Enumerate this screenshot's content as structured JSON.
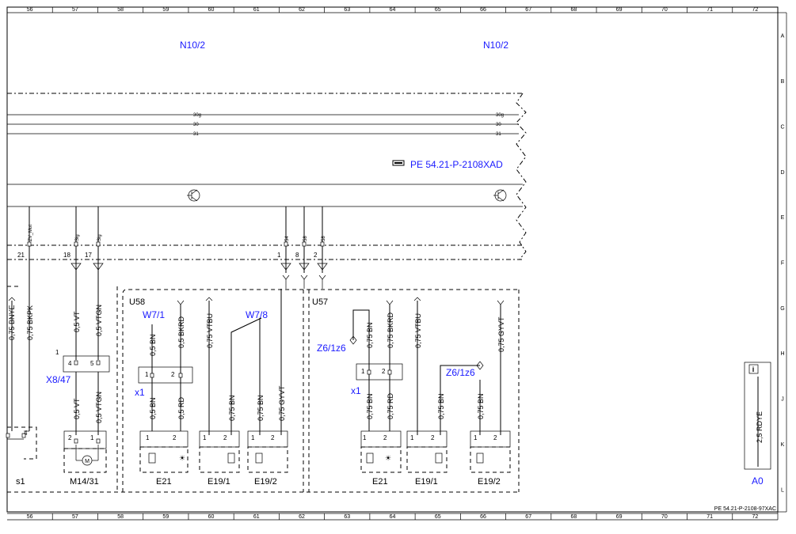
{
  "grid": {
    "columns": [
      "56",
      "57",
      "58",
      "59",
      "60",
      "61",
      "62",
      "63",
      "64",
      "65",
      "66",
      "67",
      "68",
      "69",
      "70",
      "71",
      "72"
    ],
    "rows": [
      "A",
      "B",
      "C",
      "D",
      "E",
      "F",
      "G",
      "H",
      "J",
      "K",
      "L"
    ]
  },
  "modules": {
    "top_left": "N10/2",
    "top_right": "N10/2"
  },
  "bus": {
    "line_30g_left": "30g",
    "line_30_left": "30",
    "line_31_left": "31",
    "line_30g_right": "30g",
    "line_30_right": "30",
    "line_31_right": "31"
  },
  "reference": {
    "icon": "hand-pointer-icon",
    "text": "PE 54.21-P-2108XAD"
  },
  "connector_pins": {
    "p21": "21",
    "p18": "18",
    "p17": "17",
    "p1": "1",
    "p8": "8",
    "p2": "2",
    "sig_zvmot": "ZV_Mot",
    "sig_18": "Sig",
    "sig_17": "Sig",
    "sig_1": "54",
    "sig_8": "58",
    "sig_2": "58"
  },
  "wires": {
    "bnye": "0,75 BNYE",
    "bkpk": "0,75 BKPK",
    "vt_top": "0,5 VT",
    "vtgn_top": "0,5 VTGN",
    "vt_bot": "0,5 VT",
    "vtgn_bot": "0,5 VTGN",
    "u58_bn_top": "0,5 BN",
    "u58_bkrd": "0,5 BKRD",
    "u58_vtbu": "0,75 VTBU",
    "u58_bn_bot": "0,5 BN",
    "u58_rd_bot": "0,5 RD",
    "u58_bn_e191": "0,75 BN",
    "u58_bn_e192": "0,75 BN",
    "u58_gyvt": "0,75 GYVT",
    "u57_bn_top": "0,75 BN",
    "u57_bkrd": "0,75 BKRD",
    "u57_vtbu": "0,75 VTBU",
    "u57_gyvt": "0,75 GYVT",
    "u57_bn_bot": "0,75 BN",
    "u57_rd_bot": "0,75 RD",
    "u57_bn_e191": "0,75 BN",
    "u57_bn_e192": "0,75 BN",
    "a0_wire": "2,5 RDYE"
  },
  "components": {
    "x847": "X8/47",
    "x847_pin1": "1",
    "x847_p4": "4",
    "x847_p5": "5",
    "m1431": "M14/31",
    "m_symbol": "M",
    "s1": "s1",
    "s1_pin": "4",
    "u58": "U58",
    "u57": "U57",
    "w71": "W7/1",
    "w78": "W7/8",
    "z61z6_a": "Z6/1z6",
    "z61z6_b": "Z6/1z6",
    "x1_a": "x1",
    "x1_b": "x1",
    "e21_a": "E21",
    "e191_a": "E19/1",
    "e192_a": "E19/2",
    "e21_b": "E21",
    "e191_b": "E19/1",
    "e192_b": "E19/2",
    "a0": "A0",
    "info_icon": "i"
  },
  "footer": {
    "doc_ref": "PE 54.21-P-2108-97XAC"
  }
}
